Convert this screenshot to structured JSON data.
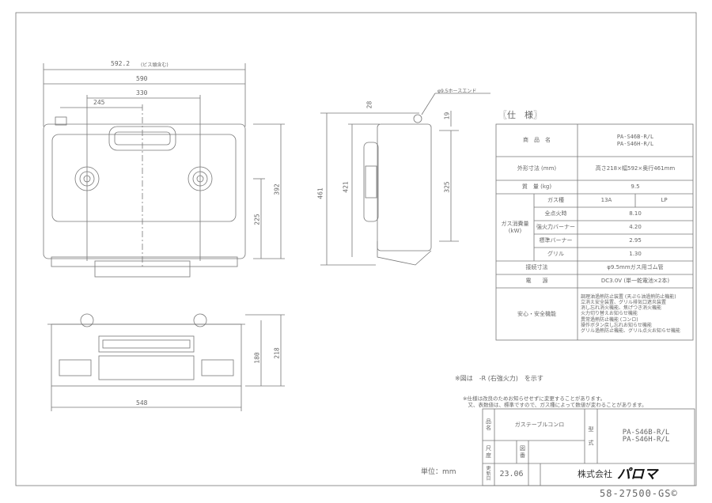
{
  "dims": {
    "w5922": "592.2",
    "w5922_note": "(ビス頭含む)",
    "w590": "590",
    "w330": "330",
    "w245": "245",
    "h392": "392",
    "h225": "225",
    "h461": "461",
    "h421": "421",
    "h28": "28",
    "h19": "19",
    "h325": "325",
    "hose": "φ9.5ホースエンド",
    "h218": "218",
    "h180": "180",
    "w548": "548"
  },
  "spec": {
    "title": "〖仕　様〗",
    "rows": {
      "name_label": "商　品　名",
      "name_value": "PA-S46B-R/L\nPA-S46H-R/L",
      "size_label": "外形寸法 (mm)",
      "size_value": "高さ218×幅592×奥行461mm",
      "mass_label": "質　量 (kg)",
      "mass_value": "9.5",
      "gas_label": "ガス消費量\n(kW)",
      "gastype_label": "ガス種",
      "gas13a": "13A",
      "gaslp": "LP",
      "all_label": "全点火時",
      "all_value": "8.10",
      "strong_label": "強火力バーナー",
      "strong_value": "4.20",
      "std_label": "標準バーナー",
      "std_value": "2.95",
      "grill_label": "グリル",
      "grill_value": "1.30",
      "conn_label": "接続寸法",
      "conn_value": "φ9.5mmガス用ゴム管",
      "power_label": "電　　源",
      "power_value": "DC3.0V (単一乾電池×2本)",
      "safety_label": "安心・安全機能",
      "safety_value": "調理油過熱防止装置 (天ぷら油過熱防止機能)\n立消え安全装置、グリル排気口遮炎装置\n消し忘れ消火機能、焦げつき消火機能\n火力切り替えお知らせ機能\n異常過熱防止機能 (コンロ)\n操作ボタン戻し忘れお知らせ機能\nグリル過熱防止機能、グリル点火お知らせ機能"
    }
  },
  "notes": {
    "figure": "※図は　-R (右強火力)　を示す",
    "spec_note": "※仕様は改良のためお知らせせずに変更することがあります。\n　又、表数値は、標準ですので、ガス種によって数値が変わることがあります。"
  },
  "titleblock": {
    "hinmei_label": "品\n名",
    "hinmei": "ガステーブルコンロ",
    "kata_label": "型\n\n式",
    "model": "PA-S46B-R/L\nPA-S46H-R/L",
    "scale_label": "尺\n度",
    "zuban_label": "図\n番",
    "update_label": "更\n新\n日",
    "update": "23.06",
    "company": "株式会社",
    "brand": "パロマ",
    "unit": "単位：mm",
    "code": "58-27500-GS©"
  }
}
